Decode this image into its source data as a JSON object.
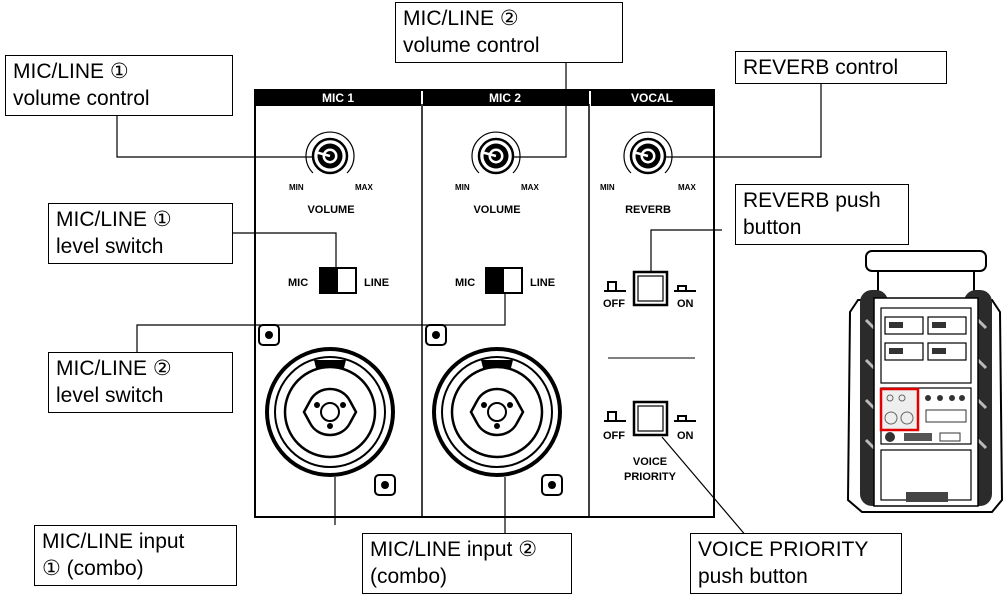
{
  "panel": {
    "channels": [
      {
        "header": "MIC 1",
        "knob_label": "VOLUME",
        "knob_min": "MIN",
        "knob_max": "MAX",
        "switch_left": "MIC",
        "switch_right": "LINE"
      },
      {
        "header": "MIC 2",
        "knob_label": "VOLUME",
        "knob_min": "MIN",
        "knob_max": "MAX",
        "switch_left": "MIC",
        "switch_right": "LINE"
      },
      {
        "header": "VOCAL",
        "knob_label": "REVERB",
        "knob_min": "MIN",
        "knob_max": "MAX"
      }
    ],
    "reverb_button": {
      "off": "OFF",
      "on": "ON"
    },
    "priority_button": {
      "off": "OFF",
      "on": "ON",
      "label_line1": "VOICE",
      "label_line2": "PRIORITY"
    }
  },
  "callouts": {
    "mic1_volume": [
      "MIC/LINE ①",
      "volume control"
    ],
    "mic2_volume": [
      "MIC/LINE ②",
      "volume control"
    ],
    "reverb_control": [
      "REVERB control"
    ],
    "mic1_level": [
      "MIC/LINE ①",
      "level switch"
    ],
    "reverb_push": [
      "REVERB push",
      "button"
    ],
    "mic2_level": [
      "MIC/LINE ②",
      "level switch"
    ],
    "mic1_input": [
      "MIC/LINE input",
      "① (combo)"
    ],
    "mic2_input": [
      "MIC/LINE input ②",
      "(combo)"
    ],
    "voice_priority": [
      "VOICE PRIORITY",
      "push button"
    ]
  }
}
